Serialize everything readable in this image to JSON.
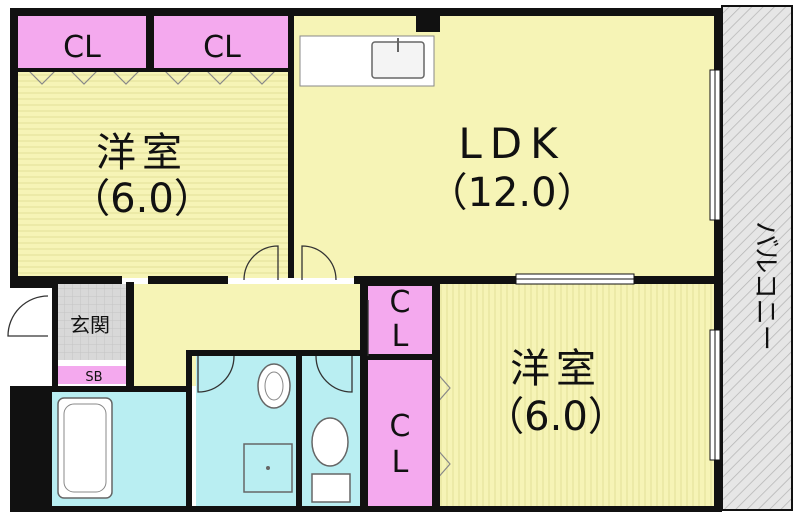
{
  "rooms": {
    "western_room_1": {
      "name": "洋室",
      "size": "（6.0）"
    },
    "ldk": {
      "name": "LDK",
      "size": "（12.0）"
    },
    "western_room_2": {
      "name": "洋室",
      "size": "（6.0）"
    },
    "entrance": {
      "name": "玄関"
    },
    "shoe_box": {
      "name": "SB"
    },
    "balcony": {
      "name": "バルコニー"
    },
    "closets": {
      "top_left": "CL",
      "top_middle": "CL",
      "hall": [
        "C",
        "L"
      ],
      "lower": [
        "C",
        "L"
      ]
    }
  },
  "colors": {
    "wall": "#111111",
    "yellow": "#f6f4b6",
    "pink": "#f4a9ee",
    "blue": "#b9eef2",
    "gray": "#d6d6d6",
    "balcony_hatch": "#bbbbbb"
  }
}
